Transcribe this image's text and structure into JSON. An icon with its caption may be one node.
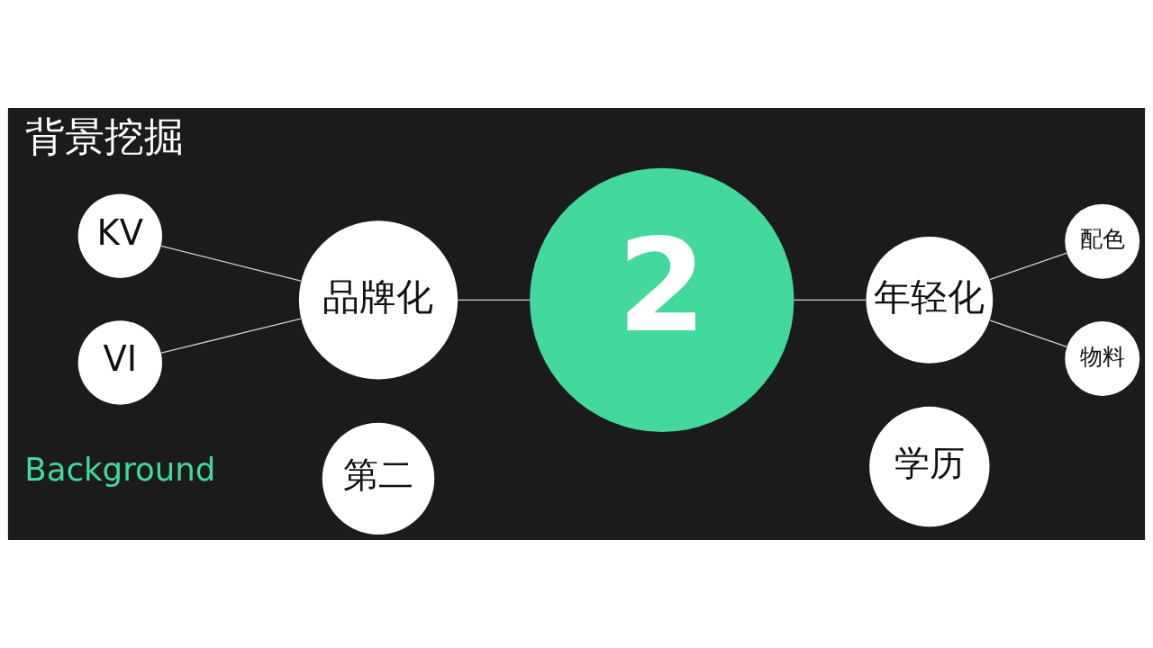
{
  "diagram": {
    "title": "背景挖掘",
    "nodes": [
      {
        "text": [
          "学历"
        ]
      },
      {
        "text": [
          "第二"
        ]
      },
      {
        "text": [
          "2"
        ]
      },
      {
        "text": [
          "配色"
        ]
      },
      {
        "text": [
          "KV"
        ]
      },
      {
        "text": [
          "品牌化"
        ]
      },
      {
        "text": [
          "年轻化"
        ]
      },
      {
        "text": [
          "物料"
        ]
      },
      {
        "text": [
          "VI"
        ]
      }
    ],
    "edges": [
      {
        "from": 4,
        "to": 5,
        "arrow": "none"
      },
      {
        "from": 8,
        "to": 5,
        "arrow": "none"
      },
      {
        "from": 5,
        "to": 2,
        "arrow": "none"
      },
      {
        "from": 2,
        "to": 6,
        "arrow": "none"
      },
      {
        "from": 6,
        "to": 3,
        "arrow": "none"
      },
      {
        "from": 6,
        "to": 7,
        "arrow": "none"
      }
    ],
    "labels": [
      "Background"
    ]
  }
}
